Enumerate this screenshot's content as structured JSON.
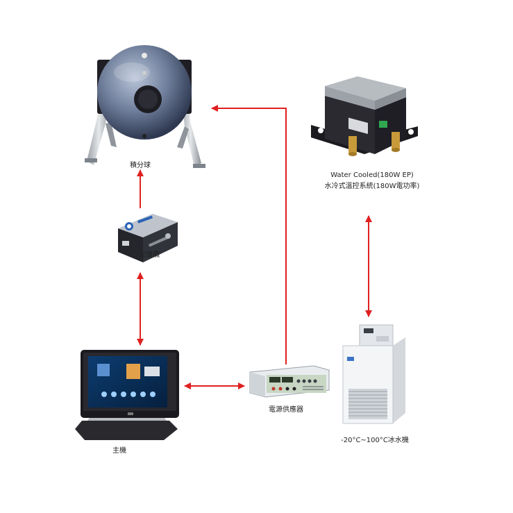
{
  "diagram": {
    "nodes": {
      "sphere": {
        "label": "積分球",
        "icon": "integrating-sphere-icon"
      },
      "spectrometer": {
        "label": "光譜儀",
        "icon": "spectrometer-icon"
      },
      "water_cooled": {
        "label_line1": "Water Cooled(180W EP)",
        "label_line2": "水冷式溫控系統(180W電功率)",
        "icon": "temperature-control-stage-icon"
      },
      "chiller": {
        "label": "-20°C~100°C冰水機",
        "icon": "chiller-icon"
      },
      "computer": {
        "label": "主機",
        "icon": "computer-monitor-icon"
      },
      "power_supply": {
        "label": "電源供應器",
        "icon": "power-supply-icon"
      }
    },
    "connections": [
      {
        "from": "spectrometer",
        "to": "sphere",
        "direction": "one-way"
      },
      {
        "from": "spectrometer",
        "to": "computer",
        "direction": "two-way"
      },
      {
        "from": "computer",
        "to": "power_supply",
        "direction": "two-way"
      },
      {
        "from": "power_supply",
        "to": "sphere",
        "direction": "one-way"
      },
      {
        "from": "water_cooled",
        "to": "chiller",
        "direction": "two-way"
      }
    ],
    "colors": {
      "arrow": "#e02020",
      "background": "#ffffff"
    }
  }
}
